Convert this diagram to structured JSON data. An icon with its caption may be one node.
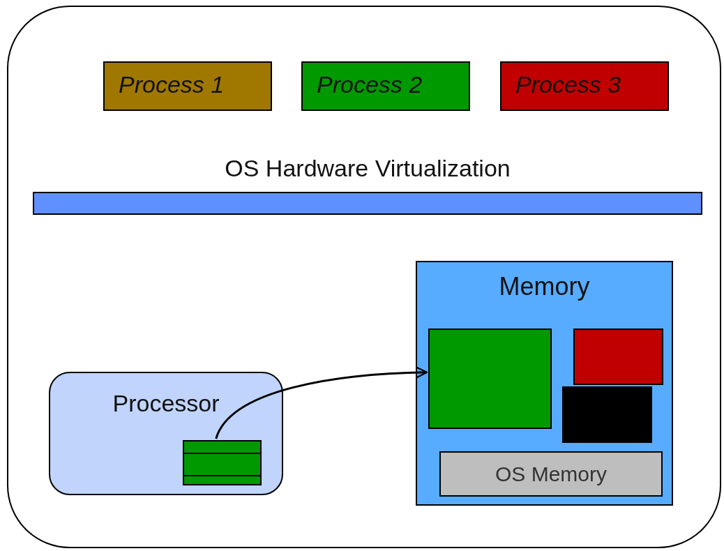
{
  "diagram": {
    "nodes": [
      {
        "text": [
          "Process 1"
        ]
      },
      {
        "text": [
          "Process 2"
        ]
      },
      {
        "text": [
          "Process 3"
        ]
      },
      {
        "text": [
          "OS Hardware Virtualization"
        ]
      },
      {
        "text": [
          "Processor"
        ]
      },
      {
        "text": [],
        "shape": "box",
        "in": 4
      },
      {
        "text": [
          "Memory"
        ]
      },
      {
        "text": [],
        "shape": "box",
        "in": 6
      },
      {
        "text": [],
        "shape": "box",
        "in": 6
      },
      {
        "text": [],
        "shape": "box",
        "in": 6
      },
      {
        "text": [
          "OS Memory"
        ],
        "in": 6
      }
    ],
    "edges": [
      {
        "from": 5,
        "to": 7,
        "arrow": "to"
      }
    ]
  }
}
